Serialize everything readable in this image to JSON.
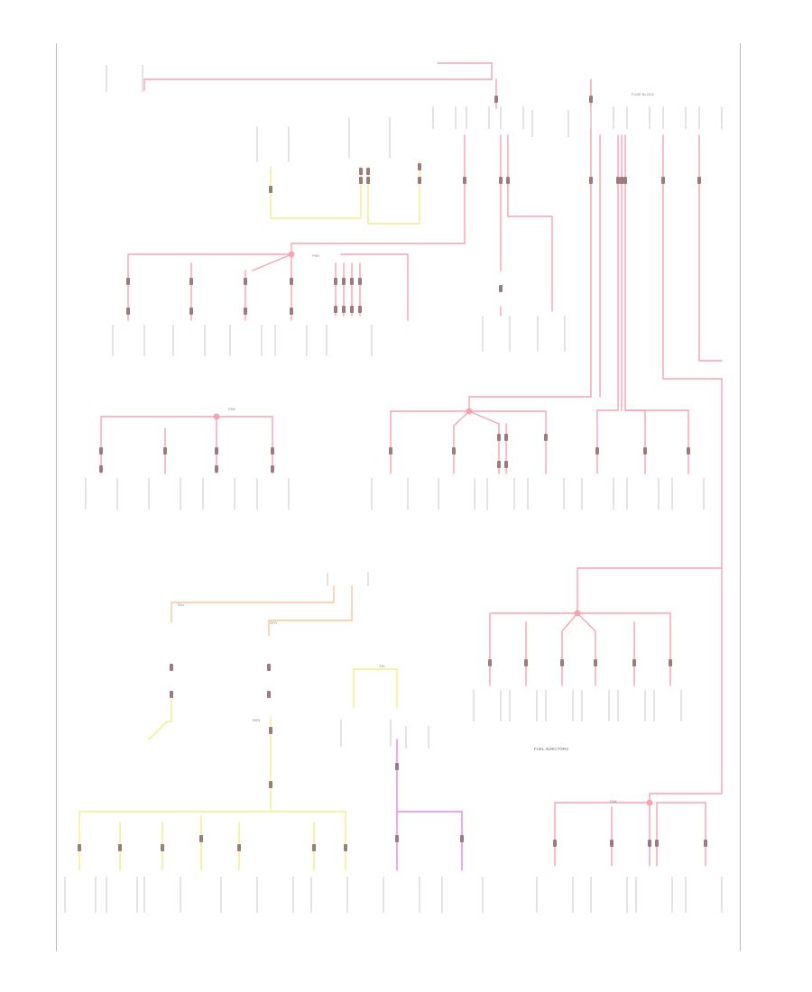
{
  "diagram": {
    "kind": "power-distribution-wiring-schematic",
    "colors": {
      "red_power": "#f7a3b2",
      "yellow": "#f3ee8a",
      "orange": "#f9c59a",
      "violet": "#e887e6",
      "component_outline": "#c9c9c9",
      "connector": "#9a7b7f",
      "label_text": "#8a8a8a",
      "frame": "#bdbdbd"
    },
    "labels": {
      "fuse_block": "FUSE BLOCK",
      "fuel_injectors": "FUEL INJECTORS",
      "pnk_1": "PNK",
      "pnk_2": "PNK",
      "pnk_3": "PNK",
      "yel": "YEL",
      "tan": "TAN",
      "gry": "GRY",
      "brn": "BRN"
    }
  }
}
